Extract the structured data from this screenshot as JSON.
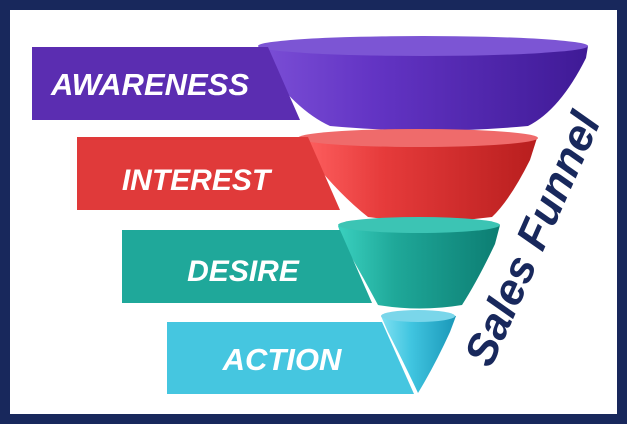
{
  "stages": [
    {
      "label": "AWARENESS",
      "color": "#5b2db1"
    },
    {
      "label": "INTEREST",
      "color": "#e03a3a"
    },
    {
      "label": "DESIRE",
      "color": "#1fa89a"
    },
    {
      "label": "ACTION",
      "color": "#45c6e0"
    }
  ],
  "side_title": "Sales Funnel",
  "colors": {
    "border": "#18285c",
    "side_title": "#18285c",
    "text": "#ffffff"
  }
}
